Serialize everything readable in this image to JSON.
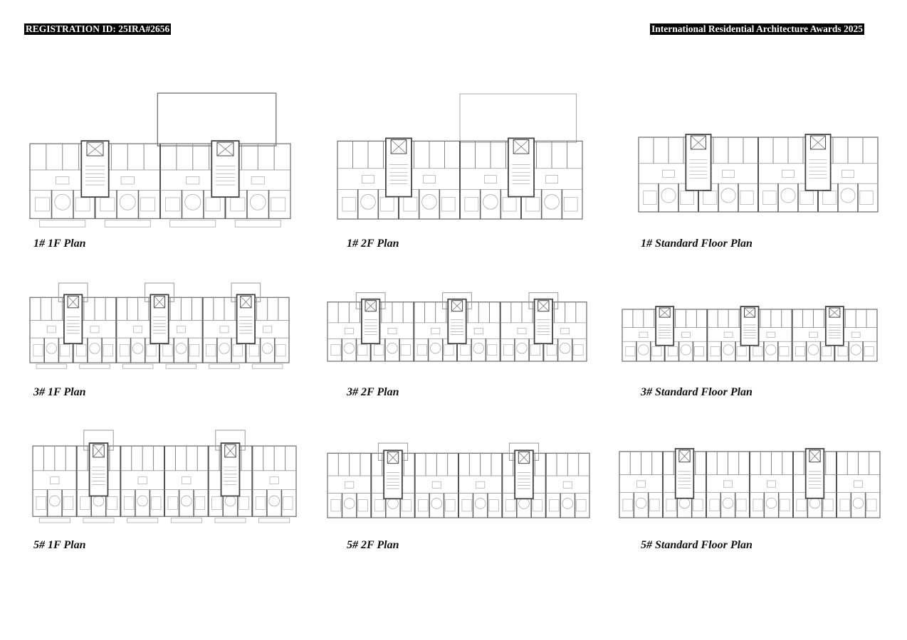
{
  "header": {
    "registration_id": "REGISTRATION ID: 25IRA#2656",
    "award_title": "International Residential Architecture Awards 2025"
  },
  "plans": [
    {
      "caption": "1# 1F Plan"
    },
    {
      "caption": "1# 2F Plan"
    },
    {
      "caption": "1# Standard Floor Plan"
    },
    {
      "caption": "3# 1F Plan"
    },
    {
      "caption": "3# 2F Plan"
    },
    {
      "caption": "3# Standard Floor Plan"
    },
    {
      "caption": "5# 1F Plan"
    },
    {
      "caption": "5# 2F Plan"
    },
    {
      "caption": "5# Standard Floor Plan"
    }
  ]
}
